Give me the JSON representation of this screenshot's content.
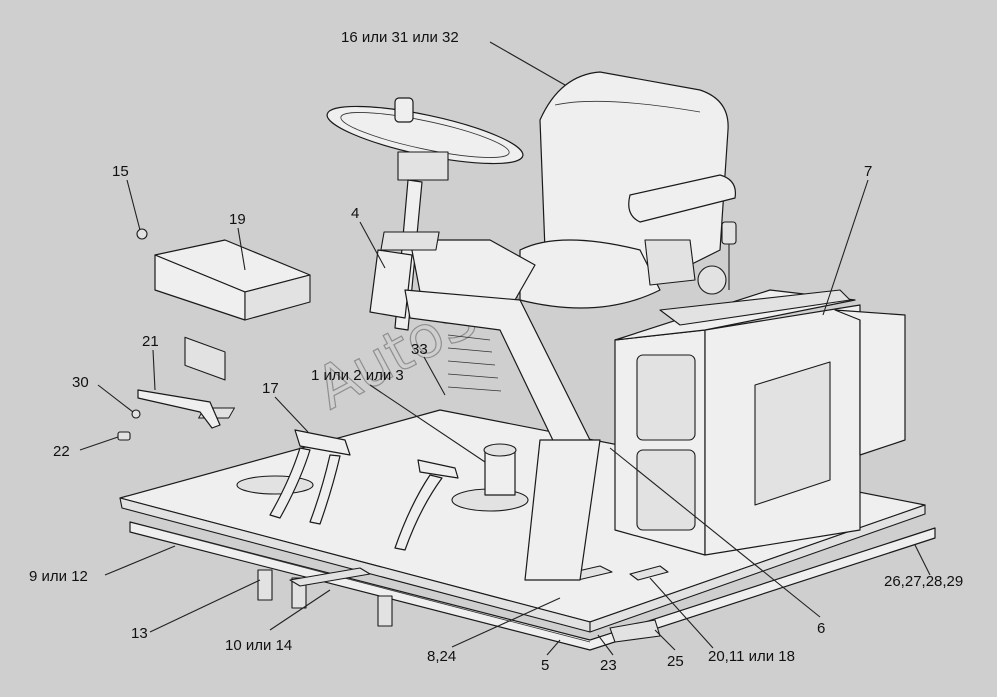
{
  "callouts": [
    {
      "id": "c-16",
      "text": "16 или 31 или 32"
    },
    {
      "id": "c-7",
      "text": "7"
    },
    {
      "id": "c-15",
      "text": "15"
    },
    {
      "id": "c-19",
      "text": "19"
    },
    {
      "id": "c-4",
      "text": "4"
    },
    {
      "id": "c-33",
      "text": "33"
    },
    {
      "id": "c-1",
      "text": "1 или 2 или 3"
    },
    {
      "id": "c-21",
      "text": "21"
    },
    {
      "id": "c-30",
      "text": "30"
    },
    {
      "id": "c-17",
      "text": "17"
    },
    {
      "id": "c-22",
      "text": "22"
    },
    {
      "id": "c-9",
      "text": "9 или 12"
    },
    {
      "id": "c-26",
      "text": "26,27,28,29"
    },
    {
      "id": "c-13",
      "text": "13"
    },
    {
      "id": "c-10",
      "text": "10 или 14"
    },
    {
      "id": "c-6",
      "text": "6"
    },
    {
      "id": "c-8",
      "text": "8,24"
    },
    {
      "id": "c-5",
      "text": "5"
    },
    {
      "id": "c-23",
      "text": "23"
    },
    {
      "id": "c-25",
      "text": "25"
    },
    {
      "id": "c-20",
      "text": "20,11 или 18"
    }
  ],
  "watermark": "AutoSoft"
}
